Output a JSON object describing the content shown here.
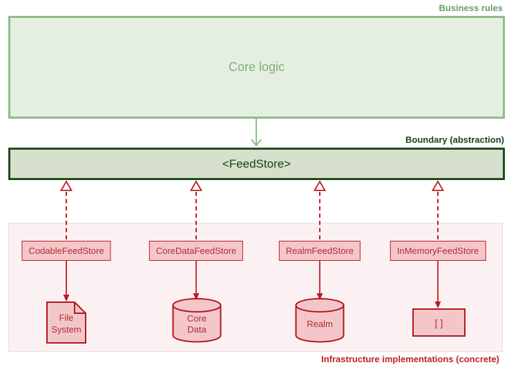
{
  "diagram": {
    "business_rules_label": "Business rules",
    "boundary_label": "Boundary (abstraction)",
    "infrastructure_label": "Infrastructure implementations (concrete)",
    "core_logic_label": "Core logic",
    "boundary_box_label": "<FeedStore>"
  },
  "implementations": [
    {
      "name": "CodableFeedStore",
      "target": {
        "shape": "document",
        "label": "File\nSystem"
      }
    },
    {
      "name": "CoreDataFeedStore",
      "target": {
        "shape": "cylinder",
        "label": "Core\nData"
      }
    },
    {
      "name": "RealmFeedStore",
      "target": {
        "shape": "cylinder",
        "label": "Realm"
      }
    },
    {
      "name": "InMemoryFeedStore",
      "target": {
        "shape": "rectangle",
        "label": "[ ]"
      }
    }
  ],
  "colors": {
    "green_border": "#8cbb8a",
    "green_fill": "#e5efe1",
    "green_text": "#7fae7c",
    "green_label": "#689e66",
    "dark_green_border": "#1d4a1d",
    "boundary_fill": "#d6e0cd",
    "boundary_text": "#164316",
    "red": "#bf1a20",
    "red_fill": "#f3c7c9",
    "red_text": "#b22a30",
    "infra_bg": "#fcf1f2",
    "infra_border": "#f3d9da"
  }
}
